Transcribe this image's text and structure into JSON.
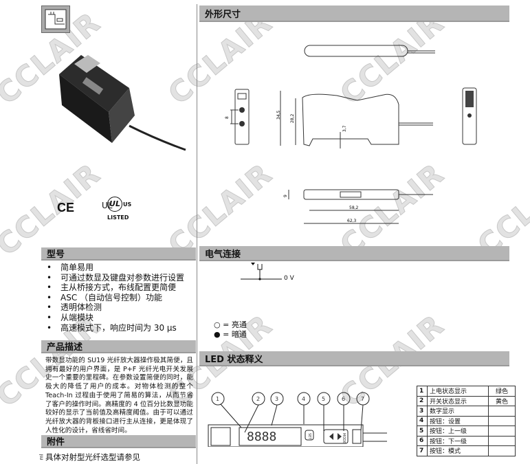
{
  "watermark": "CCLAIR",
  "left": {
    "model_header": "型号",
    "features": [
      "简单易用",
      "可通过数显及键盘对参数进行设置",
      "主从桥接方式，布线配置更简便",
      "ASC （自动信号控制）功能",
      "透明体检测",
      "从端模块",
      "高速模式下，响应时间为 30 µs"
    ],
    "description_header": "产品描述",
    "description": "带数显功能的 SU19 光纤放大器操作极其简便，且拥有最好的用户界面，是 P+F 光纤光电开关发展史一个重要的里程碑。在参数设置简便的同时，能极大的降低了用户的成本。对物体检测的整个 Teach-In 过程由于使用了简易的算法，从而节省了客户的操作时间。高精度的 4 位百分比数显功能较好的显示了当前值及高精度阈值。由于可以通过光纤放大器的背板接口进行主从连接，更是体现了人性化的设计，省线省时间。",
    "accessories_header": "附件",
    "accessories": "具体对射型光纤选型请参见",
    "cert_ce": "CE",
    "cert_ul": "UL",
    "cert_us": "US",
    "cert_listed": "LISTED",
    "margin_mark": "ml"
  },
  "right": {
    "dimensions_header": "外形尺寸",
    "dims": {
      "d8": "8",
      "d345": "34,5",
      "d282": "28,2",
      "d37": "3,7",
      "d9": "9",
      "d582": "58,2",
      "d623": "62,3"
    },
    "electrical_header": "电气连接",
    "ov_label": "0 V",
    "legend_light": "= 亮通",
    "legend_dark": "= 暗通",
    "led_header": "LED 状态释义",
    "callouts": [
      "1",
      "2",
      "3",
      "4",
      "5",
      "6",
      "7"
    ],
    "set_label": "SET",
    "mode_label": "MODE",
    "led_table": [
      {
        "n": "1",
        "desc": "上电状态显示",
        "color": "绿色"
      },
      {
        "n": "2",
        "desc": "开关状态显示",
        "color": "黄色"
      },
      {
        "n": "3",
        "desc": "数字显示",
        "color": ""
      },
      {
        "n": "4",
        "desc": "按钮：设置",
        "color": ""
      },
      {
        "n": "5",
        "desc": "按钮：上一级",
        "color": ""
      },
      {
        "n": "6",
        "desc": "按钮：下一级",
        "color": ""
      },
      {
        "n": "7",
        "desc": "按钮：模式",
        "color": ""
      }
    ]
  }
}
